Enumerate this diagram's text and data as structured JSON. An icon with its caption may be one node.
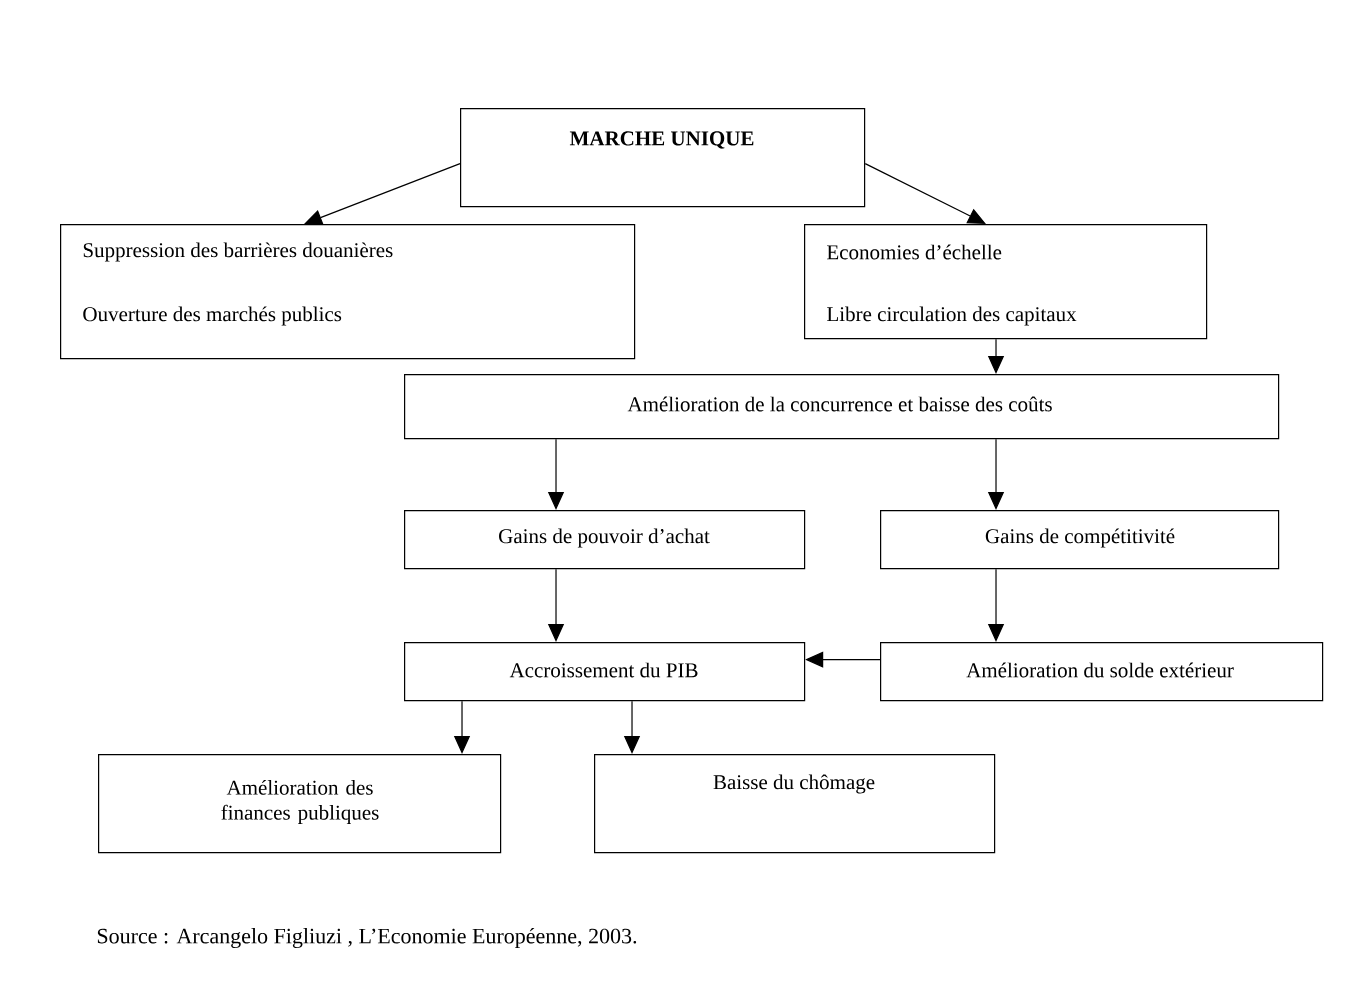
{
  "diagram": {
    "nodes": [
      {
        "text": [
          "MARCHE UNIQUE"
        ]
      },
      {
        "text": [
          "Suppression des barrières douanières",
          "Ouverture des marchés publics"
        ]
      },
      {
        "text": [
          "Economies d’échelle",
          "Libre circulation des capitaux"
        ]
      },
      {
        "text": [
          "Amélioration de la concurrence et baisse des coûts"
        ]
      },
      {
        "text": [
          "Gains de pouvoir d’achat"
        ]
      },
      {
        "text": [
          "Gains de compétitivité"
        ]
      },
      {
        "text": [
          "Accroissement du PIB"
        ]
      },
      {
        "text": [
          "Amélioration du solde extérieur"
        ]
      },
      {
        "text": [
          "Amélioration des finances publiques"
        ]
      },
      {
        "text": [
          "Baisse du chômage"
        ]
      }
    ],
    "edges": [
      {
        "from": 0,
        "to": 1,
        "arrow": "to"
      },
      {
        "from": 0,
        "to": 2,
        "arrow": "to"
      },
      {
        "from": 2,
        "to": 3,
        "arrow": "to"
      },
      {
        "from": 3,
        "to": 4,
        "arrow": "to"
      },
      {
        "from": 3,
        "to": 5,
        "arrow": "to"
      },
      {
        "from": 4,
        "to": 6,
        "arrow": "to"
      },
      {
        "from": 5,
        "to": 7,
        "arrow": "to"
      },
      {
        "from": 7,
        "to": 6,
        "arrow": "to"
      },
      {
        "from": 6,
        "to": 8,
        "arrow": "to"
      },
      {
        "from": 6,
        "to": 9,
        "arrow": "to"
      }
    ],
    "labels": [
      "Source : Arcangelo Figliuzi , L’Economie Européenne, 2003."
    ]
  }
}
